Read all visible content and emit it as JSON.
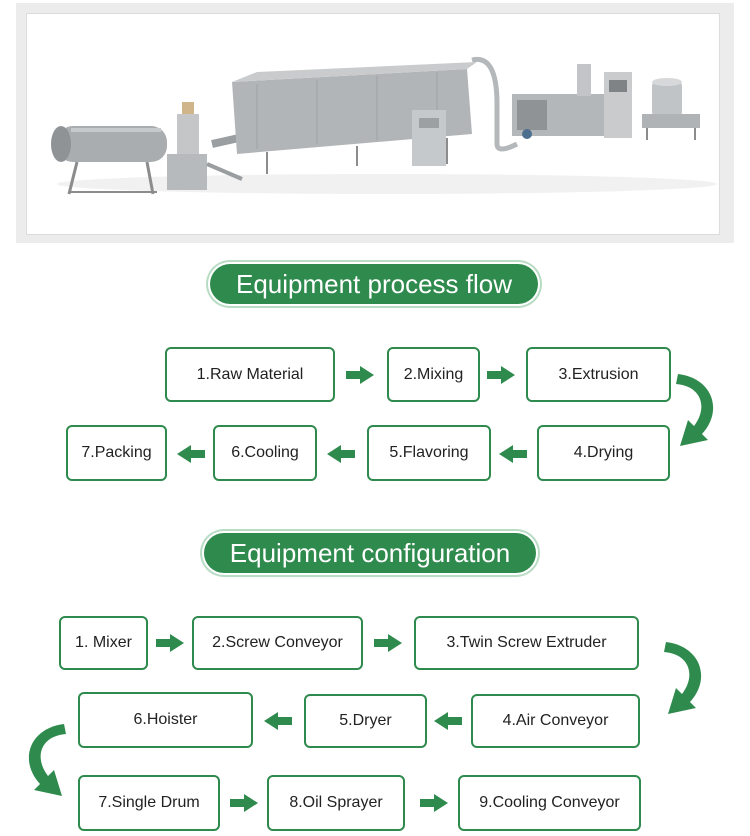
{
  "process_flow": {
    "title": "Equipment process flow",
    "steps": [
      {
        "label": "1.Raw Material"
      },
      {
        "label": "2.Mixing"
      },
      {
        "label": "3.Extrusion"
      },
      {
        "label": "4.Drying"
      },
      {
        "label": "5.Flavoring"
      },
      {
        "label": "6.Cooling"
      },
      {
        "label": "7.Packing"
      }
    ]
  },
  "configuration": {
    "title": "Equipment configuration",
    "steps": [
      {
        "label": "1. Mixer"
      },
      {
        "label": "2.Screw Conveyor"
      },
      {
        "label": "3.Twin Screw Extruder"
      },
      {
        "label": "4.Air Conveyor"
      },
      {
        "label": "5.Dryer"
      },
      {
        "label": "6.Hoister"
      },
      {
        "label": "7.Single Drum"
      },
      {
        "label": "8.Oil Sprayer"
      },
      {
        "label": "9.Cooling Conveyor"
      }
    ]
  },
  "colors": {
    "accent": "#2f8a4d",
    "title_text": "#ffffff",
    "box_border": "#2f8a4d"
  },
  "icons": {
    "flow_arrow": "arrow-icon",
    "turn_arrow": "curved-arrow-icon"
  }
}
